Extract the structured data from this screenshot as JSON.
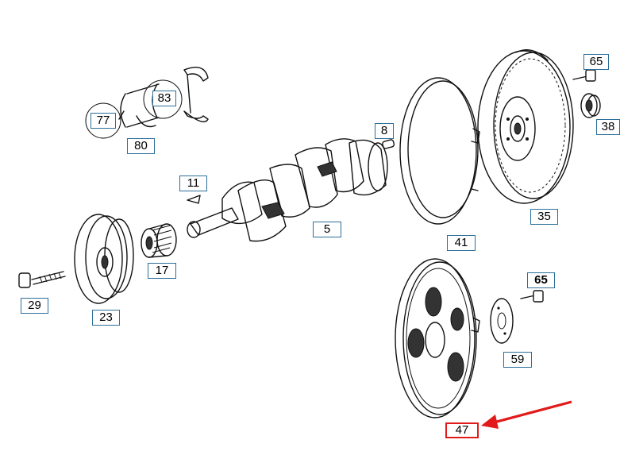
{
  "diagram": {
    "callouts": [
      {
        "id": "65a",
        "label": "65"
      },
      {
        "id": "38",
        "label": "38"
      },
      {
        "id": "35",
        "label": "35"
      },
      {
        "id": "8",
        "label": "8"
      },
      {
        "id": "41",
        "label": "41"
      },
      {
        "id": "83",
        "label": "83"
      },
      {
        "id": "77",
        "label": "77"
      },
      {
        "id": "80",
        "label": "80"
      },
      {
        "id": "11",
        "label": "11"
      },
      {
        "id": "5",
        "label": "5"
      },
      {
        "id": "17",
        "label": "17"
      },
      {
        "id": "29",
        "label": "29"
      },
      {
        "id": "23",
        "label": "23"
      },
      {
        "id": "65b",
        "label": "65"
      },
      {
        "id": "59",
        "label": "59"
      },
      {
        "id": "47",
        "label": "47"
      }
    ],
    "highlight": {
      "part": "47",
      "color": "#e21a1a"
    }
  }
}
